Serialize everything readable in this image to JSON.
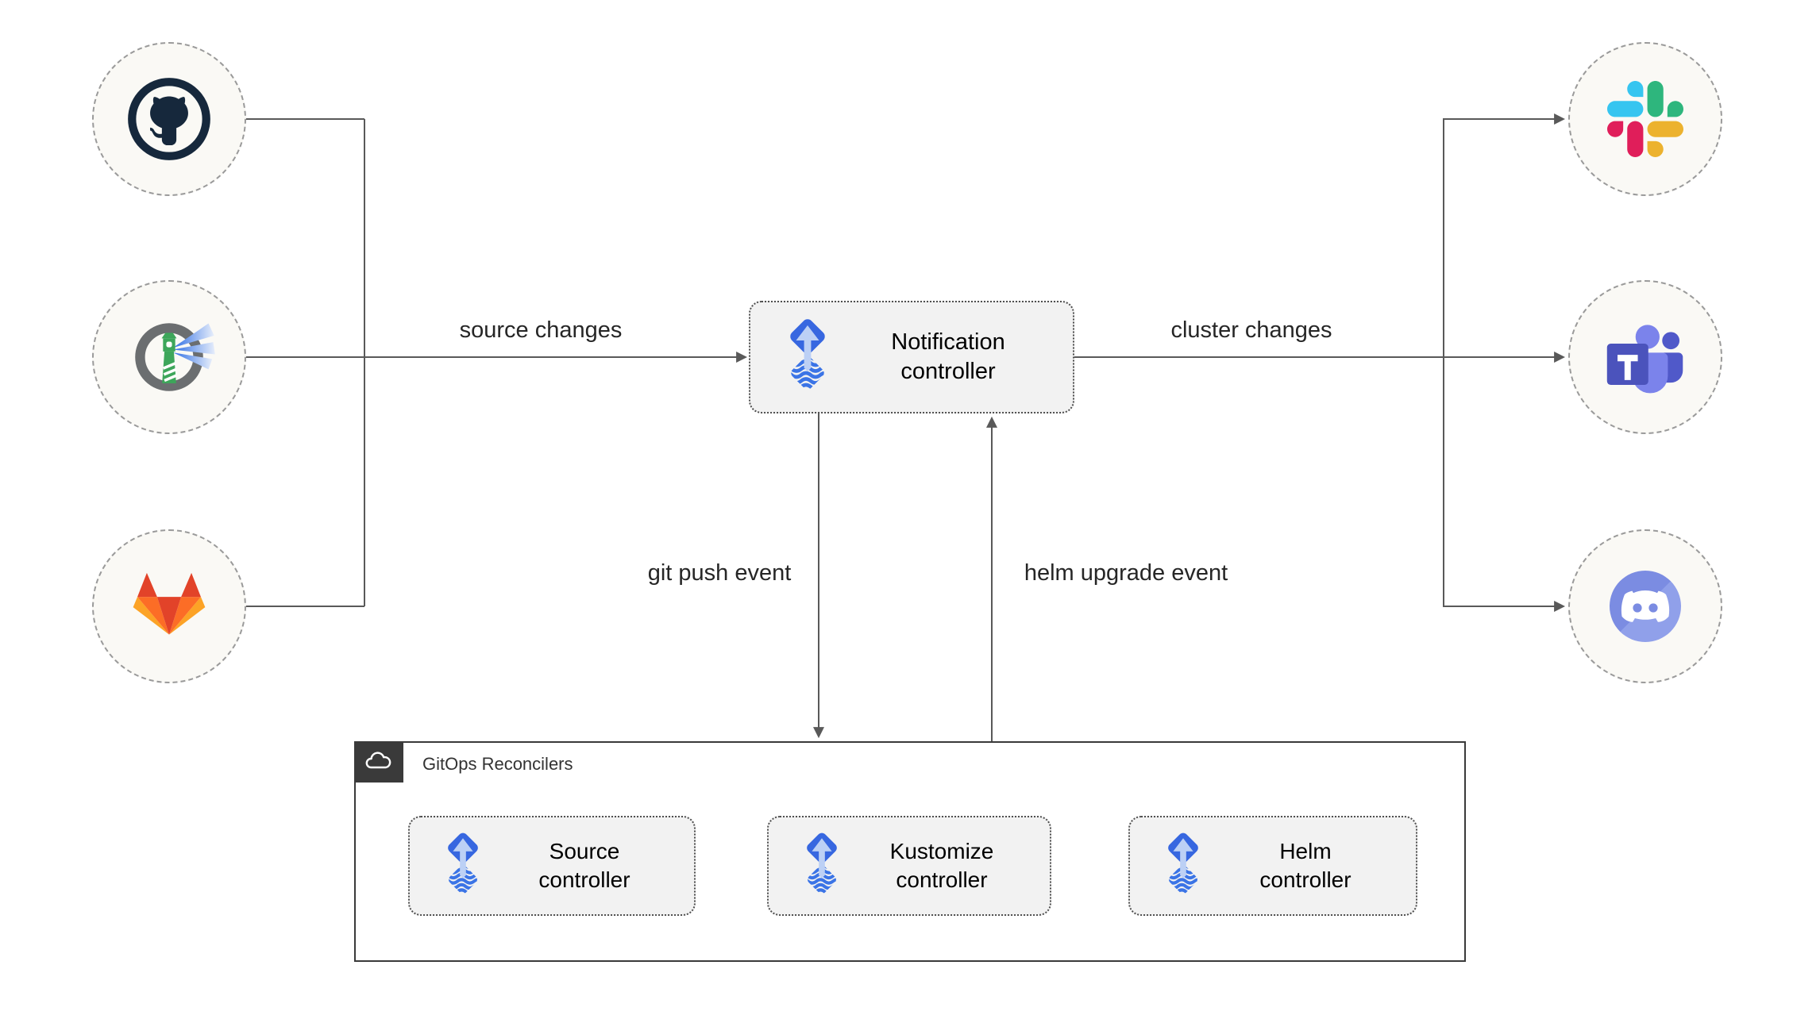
{
  "edges": {
    "source_changes": "source changes",
    "cluster_changes": "cluster changes",
    "git_push_event": "git push event",
    "helm_upgrade_event": "helm upgrade event"
  },
  "boxes": {
    "notification": {
      "line1": "Notification",
      "line2": "controller"
    },
    "source": {
      "line1": "Source",
      "line2": "controller"
    },
    "kustomize": {
      "line1": "Kustomize",
      "line2": "controller"
    },
    "helm": {
      "line1": "Helm",
      "line2": "controller"
    }
  },
  "group": {
    "title": "GitOps Reconcilers",
    "icon": "cloud-icon"
  },
  "icons": {
    "sources": [
      "github-icon",
      "harbor-icon",
      "gitlab-icon"
    ],
    "targets": [
      "slack-icon",
      "ms-teams-icon",
      "discord-icon"
    ],
    "controllers": "flux-icon"
  },
  "colors": {
    "connector_gray": "#595959",
    "circle_fill": "#faf9f5",
    "circle_border": "#9a9a9a",
    "node_fill": "#f2f2f2",
    "group_border": "#3a3a3a",
    "group_badge_bg": "#3a3a3a",
    "flux_blue": "#3767e0",
    "flux_wave": "#3b74e6",
    "flux_arrow_light": "#bcd0f5",
    "github_dark": "#16283c",
    "gitlab_red": "#e24329",
    "gitlab_orange": "#fc6d26",
    "gitlab_yellow": "#fca326",
    "harbor_gray": "#6b6e70",
    "harbor_green": "#3da65a",
    "slack_blue": "#36c5f0",
    "slack_green": "#2eb67d",
    "slack_red": "#e01e5a",
    "slack_yellow": "#ecb22e",
    "teams_purple": "#4b53bc",
    "teams_mid": "#5059c9",
    "teams_light": "#7b83eb",
    "discord_blurple": "#7b8ce2"
  }
}
